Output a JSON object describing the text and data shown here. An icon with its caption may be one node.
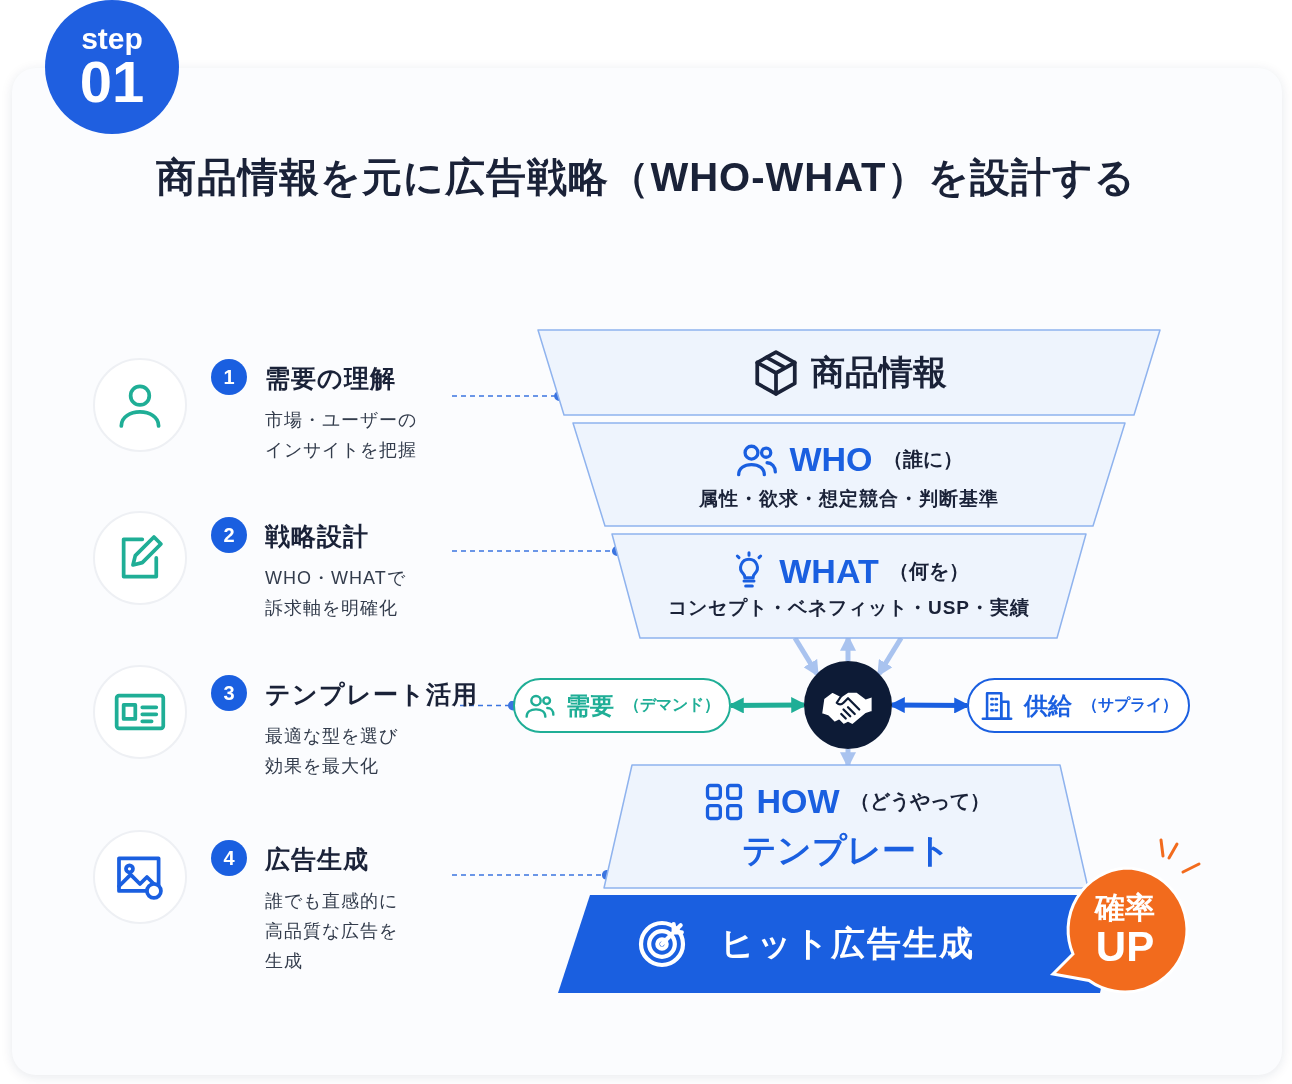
{
  "diagram": {
    "title": "商品情報を元に広告戦略（WHO-WHAT）を設計する",
    "nodes": [
      {
        "text": [
          "step",
          "01"
        ]
      },
      {
        "text": [
          "1"
        ]
      },
      {
        "text": [
          "需要の理解",
          "市場・ユーザーのインサイトを把握"
        ]
      },
      {
        "text": [
          "2"
        ]
      },
      {
        "text": [
          "戦略設計",
          "WHO・WHATで訴求軸を明確化"
        ]
      },
      {
        "text": [
          "3"
        ]
      },
      {
        "text": [
          "テンプレート活用",
          "最適な型を選び効果を最大化"
        ]
      },
      {
        "text": [
          "4"
        ]
      },
      {
        "text": [
          "広告生成",
          "誰でも直感的に高品質な広告を生成"
        ]
      },
      {
        "text": [
          "商品情報"
        ]
      },
      {
        "text": [
          "WHO",
          "（誰に）",
          "属性・欲求・想定競合・判断基準"
        ]
      },
      {
        "text": [
          "WHAT",
          "（何を）",
          "コンセプト・ベネフィット・USP・実績"
        ]
      },
      {
        "text": [
          "需要",
          "（デマンド）"
        ]
      },
      {
        "text": [],
        "shape": "circle"
      },
      {
        "text": [
          "供給",
          "（サプライ）"
        ]
      },
      {
        "text": [
          "HOW",
          "（どうやって）",
          "テンプレート"
        ]
      },
      {
        "text": [
          "ヒット広告生成"
        ]
      },
      {
        "text": [
          "確率",
          "UP"
        ]
      }
    ],
    "edges": [
      {
        "from": 2,
        "to": 9,
        "arrow": "other",
        "style": "dashed"
      },
      {
        "from": 4,
        "to": 11,
        "arrow": "other",
        "style": "dashed"
      },
      {
        "from": 6,
        "to": 12,
        "arrow": "other",
        "style": "dashed"
      },
      {
        "from": 8,
        "to": 15,
        "arrow": "other",
        "style": "dashed"
      },
      {
        "from": 12,
        "to": 13,
        "arrow": "both",
        "color": "#1fae96"
      },
      {
        "from": 13,
        "to": 14,
        "arrow": "both",
        "color": "#1a5fe0"
      },
      {
        "from": 13,
        "to": 11,
        "arrow": "to",
        "color": "#a9c3ef"
      },
      {
        "from": 11,
        "to": 13,
        "arrow": "to",
        "color": "#a9c3ef"
      },
      {
        "from": 11,
        "to": 13,
        "arrow": "to",
        "color": "#a9c3ef"
      },
      {
        "from": 13,
        "to": 15,
        "arrow": "to",
        "color": "#a9c3ef"
      }
    ]
  }
}
